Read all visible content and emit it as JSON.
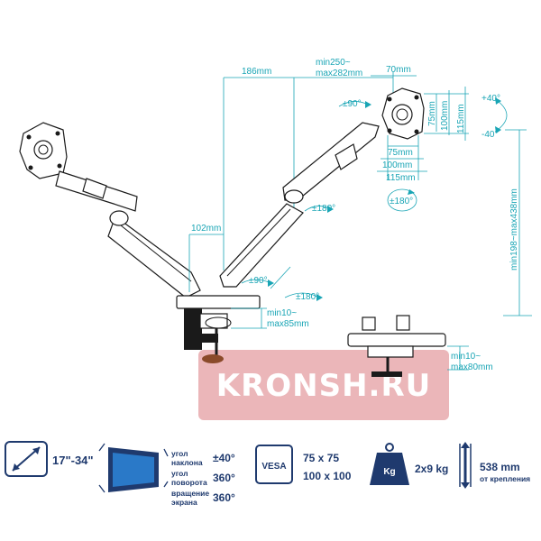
{
  "dimensions": {
    "d186": "186mm",
    "dmin250": "min250~",
    "dmax282": "max282mm",
    "d70": "70mm",
    "d75v": "75mm",
    "d100v": "100mm",
    "d115v": "115mm",
    "d75h": "75mm",
    "d100h": "100mm",
    "d115h": "115mm",
    "tilt_up": "+40°",
    "tilt_down": "-40°",
    "height_range": "min198~max438mm",
    "swivel90_top": "±90°",
    "rot180_right": "±180°",
    "rot180_mid": "±180°",
    "d102": "102mm",
    "swivel90_low": "±90°",
    "rot180_low": "±180°",
    "clamp1_min": "min10~",
    "clamp1_max": "max85mm",
    "clamp2_min": "min10~",
    "clamp2_max": "max80mm"
  },
  "watermark": {
    "text": "KRONSH.RU",
    "color": "#e8a9ad"
  },
  "specs": {
    "screen_size": "17\"-34\"",
    "tilt_label": "угол",
    "tilt_label2": "наклона",
    "tilt_value": "±40°",
    "swivel_label": "угол",
    "swivel_label2": "поворота",
    "swivel_value": "360°",
    "rotate_label": "вращение",
    "rotate_label2": "экрана",
    "rotate_value": "360°",
    "vesa_badge": "VESA",
    "vesa_1": "75 x 75",
    "vesa_2": "100 x 100",
    "weight_badge": "Kg",
    "weight_value": "2x9 kg",
    "extension_value": "538 mm",
    "extension_label": "от крепления"
  },
  "colors": {
    "accent": "#19a5b5",
    "navy": "#1f3a6e",
    "ink": "#1a1a1a"
  },
  "icons": [
    "diagonal-arrow-icon",
    "monitor-icon",
    "vesa-icon",
    "weight-icon",
    "wall-depth-icon"
  ]
}
